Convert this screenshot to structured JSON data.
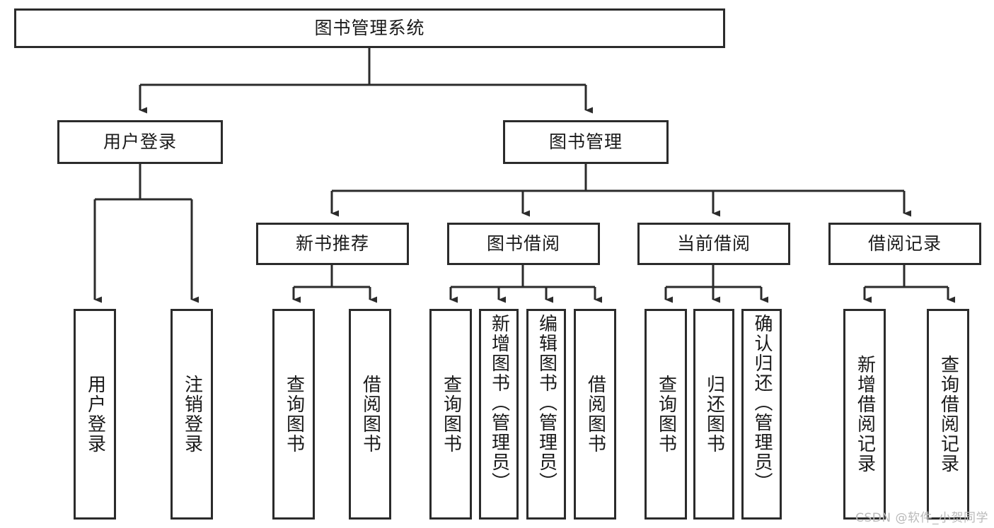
{
  "diagram": {
    "type": "tree-hierarchy",
    "title": "图书管理系统",
    "orientation": "top-down",
    "root": {
      "id": "root",
      "label": "图书管理系统",
      "text_direction": "horizontal"
    },
    "level1": [
      {
        "id": "user-login",
        "label": "用户登录",
        "text_direction": "horizontal"
      },
      {
        "id": "book-management",
        "label": "图书管理",
        "text_direction": "horizontal"
      }
    ],
    "level2": [
      {
        "id": "new-book-recommend",
        "label": "新书推荐",
        "parent": "book-management",
        "text_direction": "horizontal"
      },
      {
        "id": "book-borrow",
        "label": "图书借阅",
        "parent": "book-management",
        "text_direction": "horizontal"
      },
      {
        "id": "current-borrow",
        "label": "当前借阅",
        "parent": "book-management",
        "text_direction": "horizontal"
      },
      {
        "id": "borrow-record",
        "label": "借阅记录",
        "parent": "book-management",
        "text_direction": "horizontal"
      }
    ],
    "leaves": [
      {
        "id": "leaf-user-login",
        "label": "用户登录",
        "parent": "user-login",
        "text_direction": "vertical",
        "align": "center"
      },
      {
        "id": "leaf-logout-login",
        "label": "注销登录",
        "parent": "user-login",
        "text_direction": "vertical",
        "align": "center"
      },
      {
        "id": "leaf-query-book-1",
        "label": "查询图书",
        "parent": "new-book-recommend",
        "text_direction": "vertical",
        "align": "center"
      },
      {
        "id": "leaf-borrow-book-1",
        "label": "借阅图书",
        "parent": "new-book-recommend",
        "text_direction": "vertical",
        "align": "center"
      },
      {
        "id": "leaf-query-book-2",
        "label": "查询图书",
        "parent": "book-borrow",
        "text_direction": "vertical",
        "align": "center"
      },
      {
        "id": "leaf-add-book",
        "label": "新增图书（管理员）",
        "parent": "book-borrow",
        "text_direction": "vertical",
        "align": "top"
      },
      {
        "id": "leaf-edit-book",
        "label": "编辑图书（管理员）",
        "parent": "book-borrow",
        "text_direction": "vertical",
        "align": "top"
      },
      {
        "id": "leaf-borrow-book-2",
        "label": "借阅图书",
        "parent": "book-borrow",
        "text_direction": "vertical",
        "align": "center"
      },
      {
        "id": "leaf-query-book-3",
        "label": "查询图书",
        "parent": "current-borrow",
        "text_direction": "vertical",
        "align": "center"
      },
      {
        "id": "leaf-return-book",
        "label": "归还图书",
        "parent": "current-borrow",
        "text_direction": "vertical",
        "align": "center"
      },
      {
        "id": "leaf-confirm-return",
        "label": "确认归还（管理员）",
        "parent": "current-borrow",
        "text_direction": "vertical",
        "align": "top"
      },
      {
        "id": "leaf-add-record",
        "label": "新增借阅记录",
        "parent": "borrow-record",
        "text_direction": "vertical",
        "align": "center"
      },
      {
        "id": "leaf-query-record",
        "label": "查询借阅记录",
        "parent": "borrow-record",
        "text_direction": "vertical",
        "align": "center"
      }
    ],
    "colors": {
      "stroke": "#2b2b2b",
      "fill": "#ffffff",
      "text": "#1a1a1a",
      "watermark": "#b9b9b9"
    }
  },
  "watermark": {
    "text": "CSDN @软件_小贺同学"
  }
}
